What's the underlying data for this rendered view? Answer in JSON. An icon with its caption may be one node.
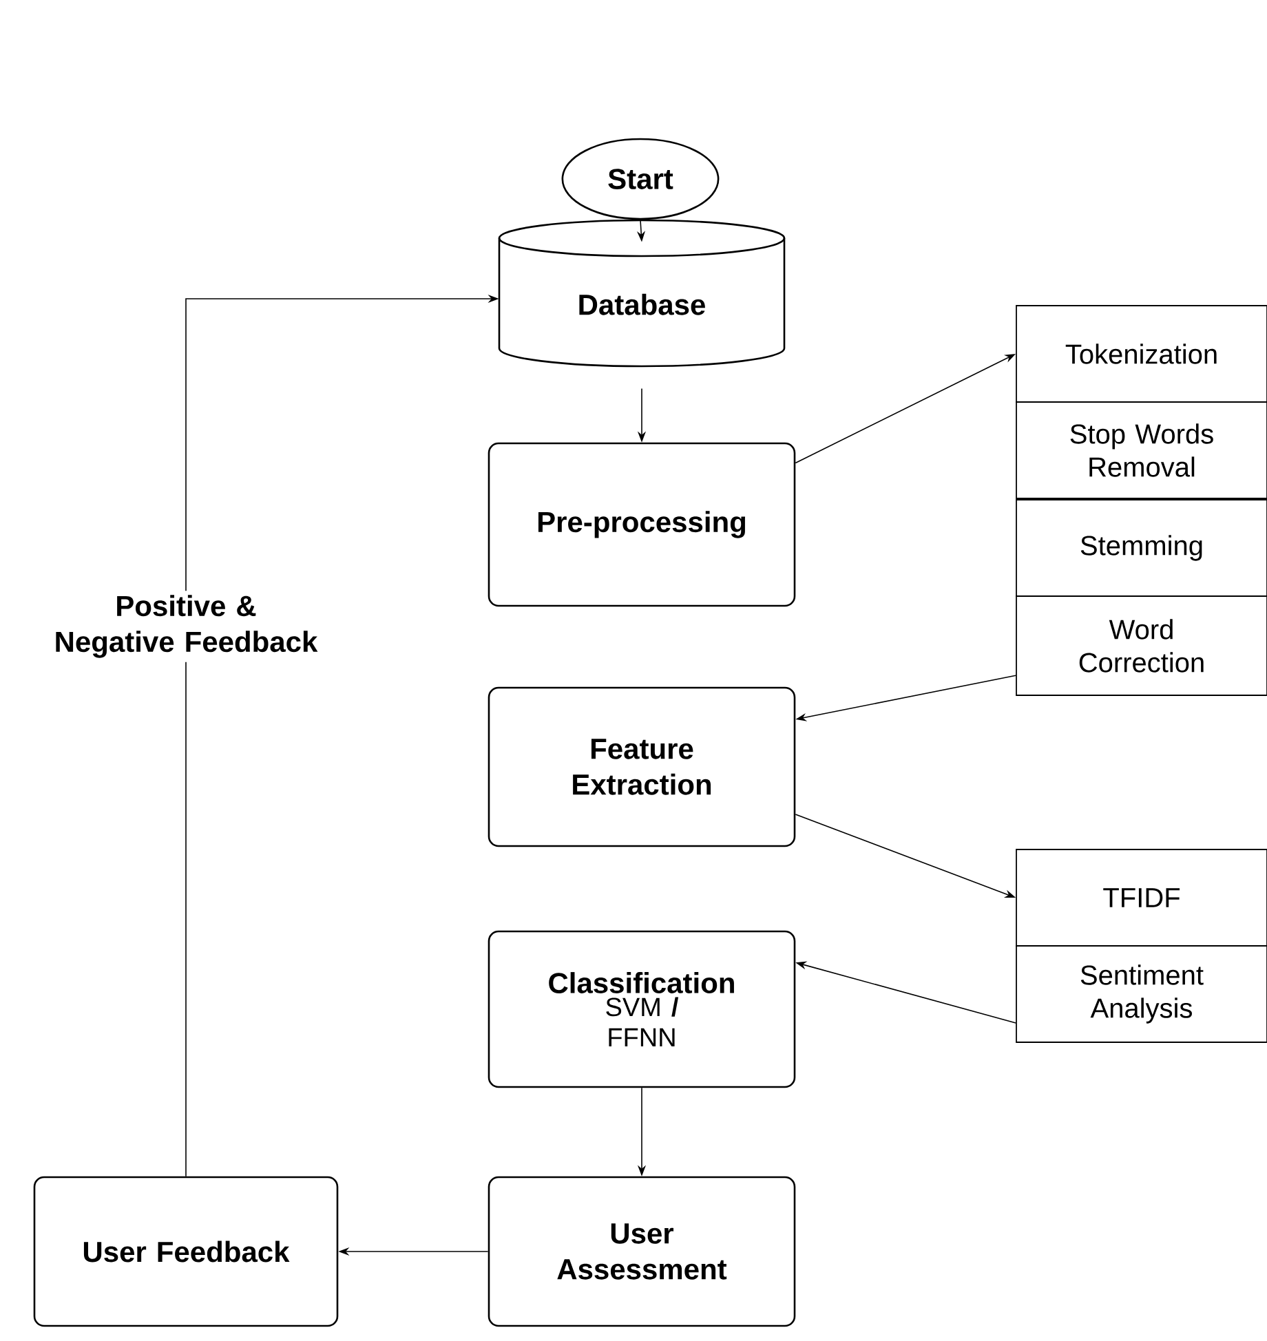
{
  "diagram": {
    "nodes": [
      {
        "text": [
          "Start"
        ]
      },
      {
        "text": [
          "Database"
        ]
      },
      {
        "text": [
          "Pre-processing"
        ]
      },
      {
        "text": [
          "Feature Extraction"
        ]
      },
      {
        "text": [
          "Classification",
          "SVM **/** FFNN"
        ]
      },
      {
        "text": [
          "User Assessment"
        ]
      },
      {
        "text": [
          "User Feedback"
        ]
      },
      {
        "text": [
          "Tokenization"
        ]
      },
      {
        "text": [
          "Stop Words Removal"
        ]
      },
      {
        "text": [
          "Stemming"
        ]
      },
      {
        "text": [
          "Word Correction"
        ]
      },
      {
        "text": [
          "TFIDF"
        ]
      },
      {
        "text": [
          "Sentiment Analysis"
        ]
      }
    ],
    "edges": [
      {
        "from": 0,
        "to": 1,
        "arrow": "to"
      },
      {
        "from": 1,
        "to": 2,
        "arrow": "to"
      },
      {
        "from": 2,
        "to": 7,
        "arrow": "to"
      },
      {
        "from": 10,
        "to": 3,
        "arrow": "to"
      },
      {
        "from": 3,
        "to": 11,
        "arrow": "to"
      },
      {
        "from": 12,
        "to": 4,
        "arrow": "to"
      },
      {
        "from": 4,
        "to": 5,
        "arrow": "to"
      },
      {
        "from": 5,
        "to": 6,
        "arrow": "to"
      },
      {
        "from": 6,
        "to": 1,
        "arrow": "to",
        "label": "Positive & Negative Feedback"
      }
    ]
  }
}
